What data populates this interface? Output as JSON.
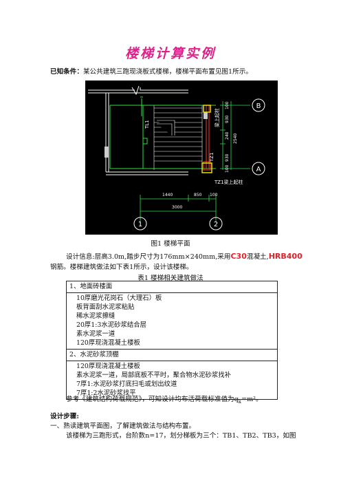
{
  "title": "楼梯计算实例",
  "known_label": "已知条件：",
  "known_text": "某公共建筑三跑现浇板式楼梯，楼梯平面布置见图1所示。",
  "drawing": {
    "label_B": "B",
    "label_A": "A",
    "label_1": "1",
    "label_2": "2",
    "label_TL1": "TL1",
    "label_TZ1": "TZ1",
    "label_TZ1_note": "TZ1梁上起柱",
    "label_beam_note": "梁上起柱",
    "dim_1440": "1440",
    "dim_850": "850",
    "dim_100": "100",
    "dim_3000": "3000",
    "dim_2540": "2540",
    "dim_930a": "930",
    "dim_930b": "930",
    "dim_100a": "100",
    "dim_100b": "100",
    "dim_240": "240"
  },
  "fig_caption": "图1 楼梯平面",
  "design_info_pre": "设计信息:层高3.0m,踏步尺寸为176mm×240mm,采用",
  "concrete": "C30",
  "design_info_mid": "混凝土,",
  "steel": "HRB400",
  "design_info_line2": "钢筋。楼梯建筑做法如下表1所示，设计该楼梯。",
  "table_caption": "表1 楼梯相关建筑做法",
  "table": {
    "section1_title": "1、地面砖楼面",
    "section1_items": [
      "10厚磨光花岗石（大理石）板",
      "板背面刮水泥浆粘贴",
      "稀水泥浆擦缝",
      "20厚1:3水泥砂浆结合层",
      "素水泥浆一道",
      "120厚现浇混凝土楼板"
    ],
    "section2_title": "2、水泥砂浆顶棚",
    "section2_items": [
      "120厚现浇混凝土楼板",
      "素水泥浆一道，局部底板不平时，聚合物水泥砂浆找补",
      "7厚1:水泥砂浆打底扫毛或划出纹道",
      "7厚1:2水泥砂浆找平"
    ]
  },
  "ref_text": "参考《建筑结构荷载规范》，可知设计均布活荷载标准值为q",
  "ref_sub": "k",
  "ref_tail": "=m²。",
  "steps_title": "设计步骤:",
  "step1": "一、熟读建筑平面图，了解建筑做法与结构布置。",
  "step1_detail": "该楼梯为三跑形式，台阶数n=17，划分梯板为三个：TB1、TB2、TB3，如图"
}
